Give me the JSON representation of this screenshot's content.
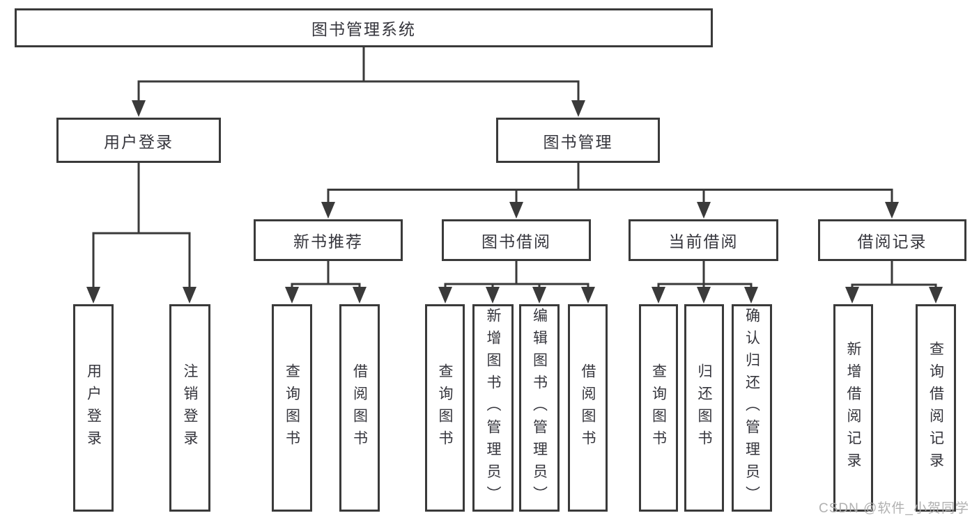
{
  "diagram": {
    "root": {
      "label": "图书管理系统"
    },
    "level2": [
      {
        "label": "用户登录"
      },
      {
        "label": "图书管理"
      }
    ],
    "level3": [
      {
        "label": "新书推荐"
      },
      {
        "label": "图书借阅"
      },
      {
        "label": "当前借阅"
      },
      {
        "label": "借阅记录"
      }
    ],
    "leaves": [
      {
        "label": "用户登录"
      },
      {
        "label": "注销登录"
      },
      {
        "label": "查询图书"
      },
      {
        "label": "借阅图书"
      },
      {
        "label": "查询图书"
      },
      {
        "label": "新增图书（管理员）"
      },
      {
        "label": "编辑图书（管理员）"
      },
      {
        "label": "借阅图书"
      },
      {
        "label": "查询图书"
      },
      {
        "label": "归还图书"
      },
      {
        "label": "确认归还（管理员）"
      },
      {
        "label": "新增借阅记录"
      },
      {
        "label": "查询借阅记录"
      }
    ]
  },
  "watermark": {
    "text": "CSDN @软件_小贺同学"
  },
  "colors": {
    "line": "#3a3a3a",
    "text": "#35353c",
    "watermark": "#adadad",
    "background": "#ffffff"
  }
}
